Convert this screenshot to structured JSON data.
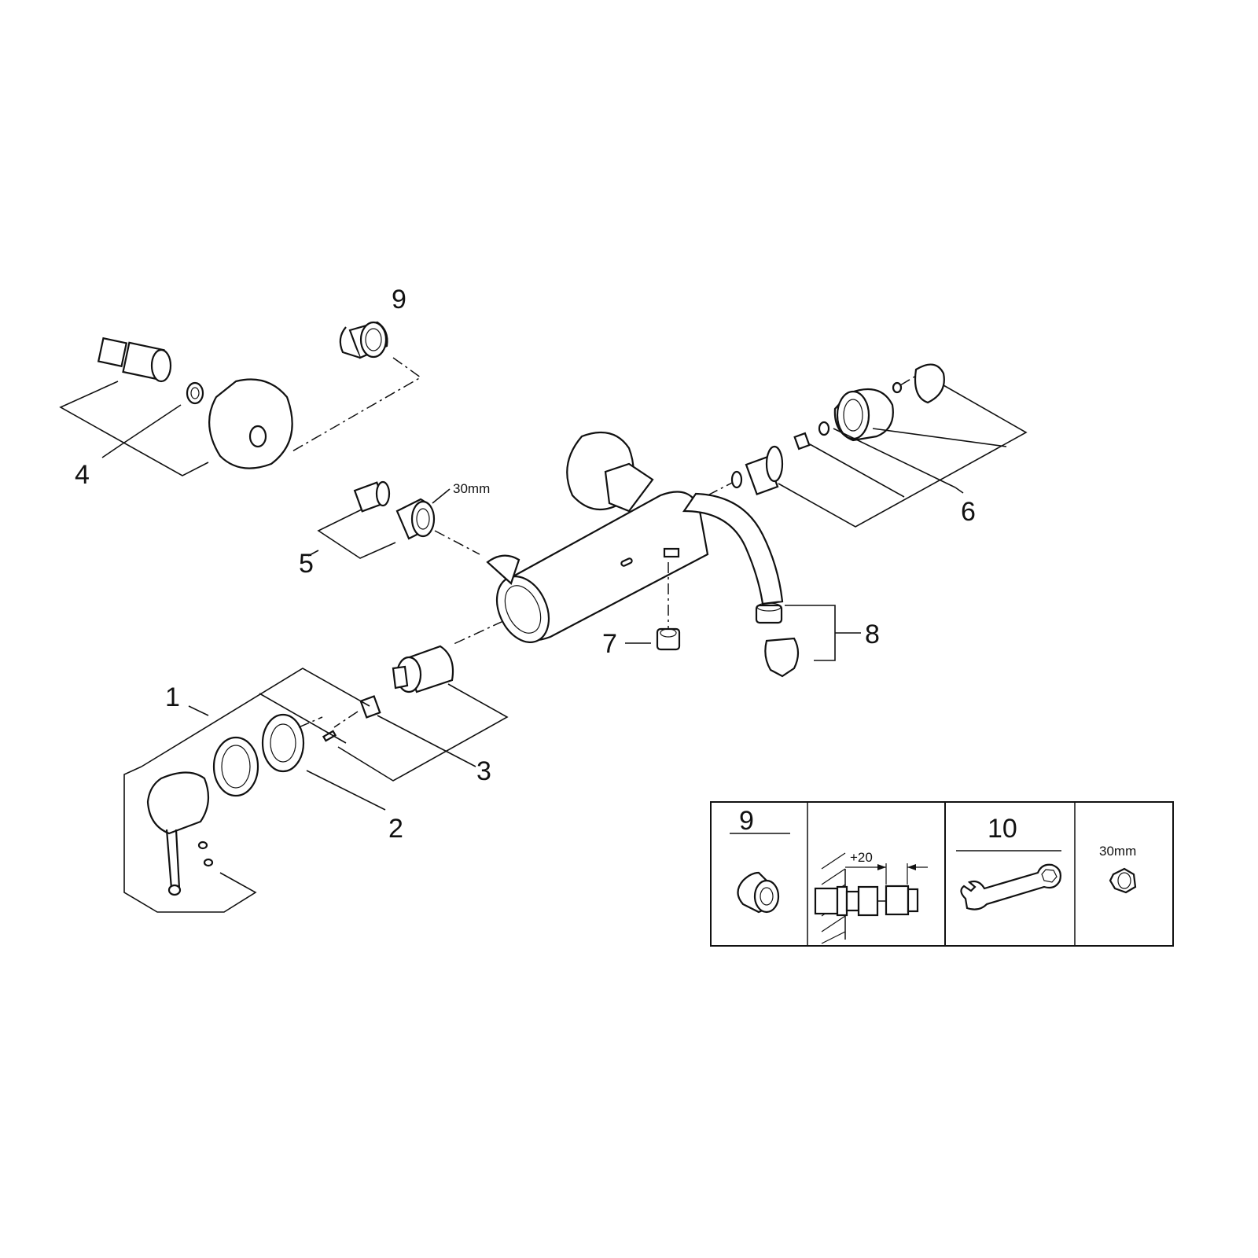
{
  "diagram": {
    "callouts": {
      "c1": "1",
      "c2": "2",
      "c3": "3",
      "c4": "4",
      "c5": "5",
      "c6": "6",
      "c7": "7",
      "c8": "8",
      "c9": "9"
    },
    "nut_size_label": "30mm"
  },
  "accessory_box": {
    "panel_9_label": "9",
    "extension_label": "+20",
    "panel_10_label": "10",
    "nut_size_label": "30mm"
  }
}
